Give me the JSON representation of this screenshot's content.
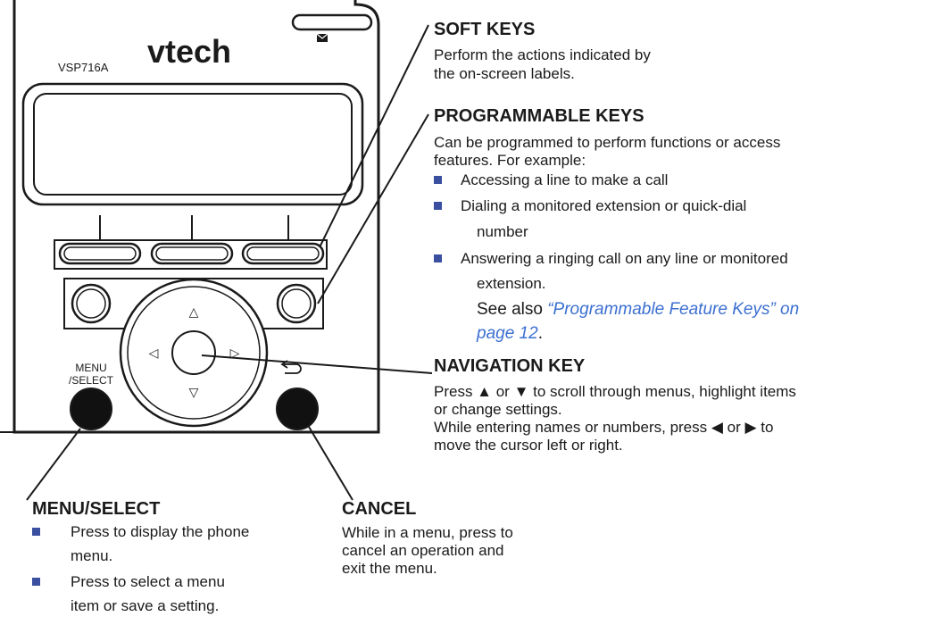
{
  "phone": {
    "brand": "vtech",
    "model": "VSP716A",
    "menu_key_label_1": "MENU",
    "menu_key_label_2": "/SELECT",
    "nav_up": "△",
    "nav_down": "▽",
    "nav_left": "◁",
    "nav_right": "▷"
  },
  "callouts": {
    "soft_keys": {
      "title": "SOFT KEYS",
      "line1": "Perform the actions indicated by",
      "line2": "the on-screen labels."
    },
    "programmable_keys": {
      "title": "PROGRAMMABLE KEYS",
      "line1": "Can be programmed to perform functions or access",
      "line2": "features. For example:",
      "bullets": [
        {
          "line1": "Accessing a line to make a call",
          "line2": ""
        },
        {
          "line1": "Dialing a monitored extension or quick-dial",
          "line2": "number"
        },
        {
          "line1": "Answering a ringing call on any line or monitored",
          "line2": "extension."
        }
      ],
      "see_also_prefix": "See also ",
      "see_also_link_1": "“Programmable Feature Keys” on",
      "see_also_link_2": "page 12",
      "see_also_suffix": "."
    },
    "navigation_key": {
      "title": "NAVIGATION KEY",
      "line1": "Press ▲ or ▼ to scroll through  menus, highlight items",
      "line2": "or change settings.",
      "line3": "While entering names or numbers, press ◀ or ▶ to",
      "line4": "move the cursor left or right."
    },
    "menu_select": {
      "title": "MENU/SELECT",
      "bullets": [
        {
          "line1": "Press to display the phone",
          "line2": "menu."
        },
        {
          "line1": "Press to select a menu",
          "line2": "item or save a setting."
        }
      ]
    },
    "cancel": {
      "title": "CANCEL",
      "line1": "While in a menu, press to",
      "line2": "cancel an operation and",
      "line3": "exit the menu."
    }
  },
  "colors": {
    "bullet": "#3a4fa0",
    "link": "#3b6fd1",
    "outline": "#1a1a1a"
  },
  "icons": [
    "message-waiting-icon",
    "cancel-back-arrow-icon"
  ]
}
